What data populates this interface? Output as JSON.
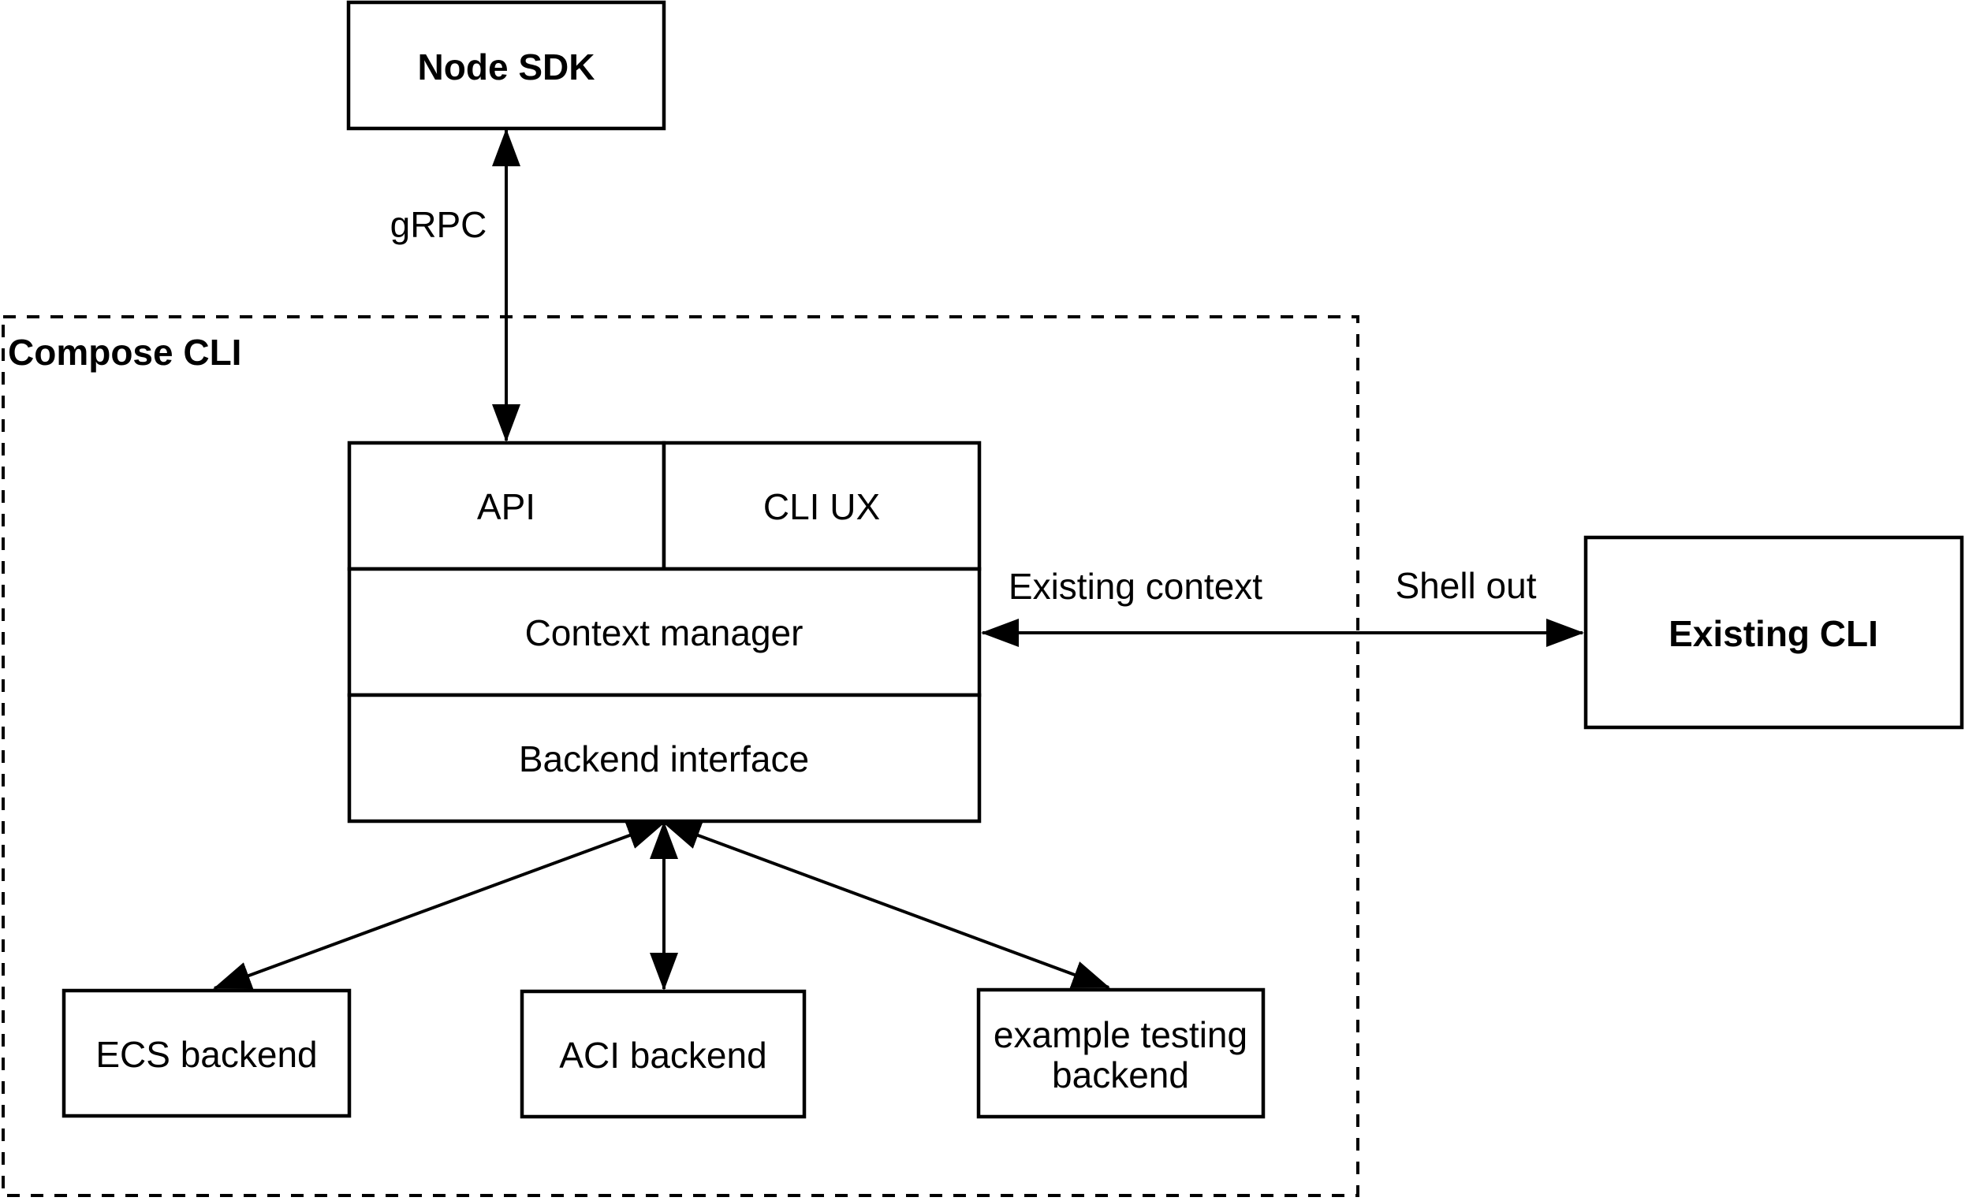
{
  "diagram": {
    "title_container": {
      "label": "Compose CLI"
    },
    "nodes": {
      "node_sdk": {
        "label": "Node SDK"
      },
      "api": {
        "label": "API"
      },
      "cli_ux": {
        "label": "CLI UX"
      },
      "context_manager": {
        "label": "Context manager"
      },
      "backend_interface": {
        "label": "Backend interface"
      },
      "ecs_backend": {
        "label": "ECS backend"
      },
      "aci_backend": {
        "label": "ACI backend"
      },
      "example_testing_backend": {
        "label_line1": "example testing",
        "label_line2": "backend"
      },
      "existing_cli": {
        "label": "Existing CLI"
      }
    },
    "edges": {
      "grpc": {
        "label": "gRPC",
        "from": "Node SDK",
        "to": "API",
        "direction": "bidirectional"
      },
      "existing_context": {
        "label": "Existing context",
        "from": "Context manager",
        "to": "Existing CLI",
        "direction": "bidirectional"
      },
      "shell_out": {
        "label": "Shell out",
        "from": "Context manager",
        "to": "Existing CLI",
        "direction": "bidirectional"
      },
      "backend_ecs": {
        "label": "",
        "from": "Backend interface",
        "to": "ECS backend",
        "direction": "bidirectional"
      },
      "backend_aci": {
        "label": "",
        "from": "Backend interface",
        "to": "ACI backend",
        "direction": "bidirectional"
      },
      "backend_example": {
        "label": "",
        "from": "Backend interface",
        "to": "example testing backend",
        "direction": "bidirectional"
      }
    },
    "colors": {
      "stroke": "#000000",
      "shape_fill": "#ffffff",
      "background": "#ffffff"
    }
  }
}
